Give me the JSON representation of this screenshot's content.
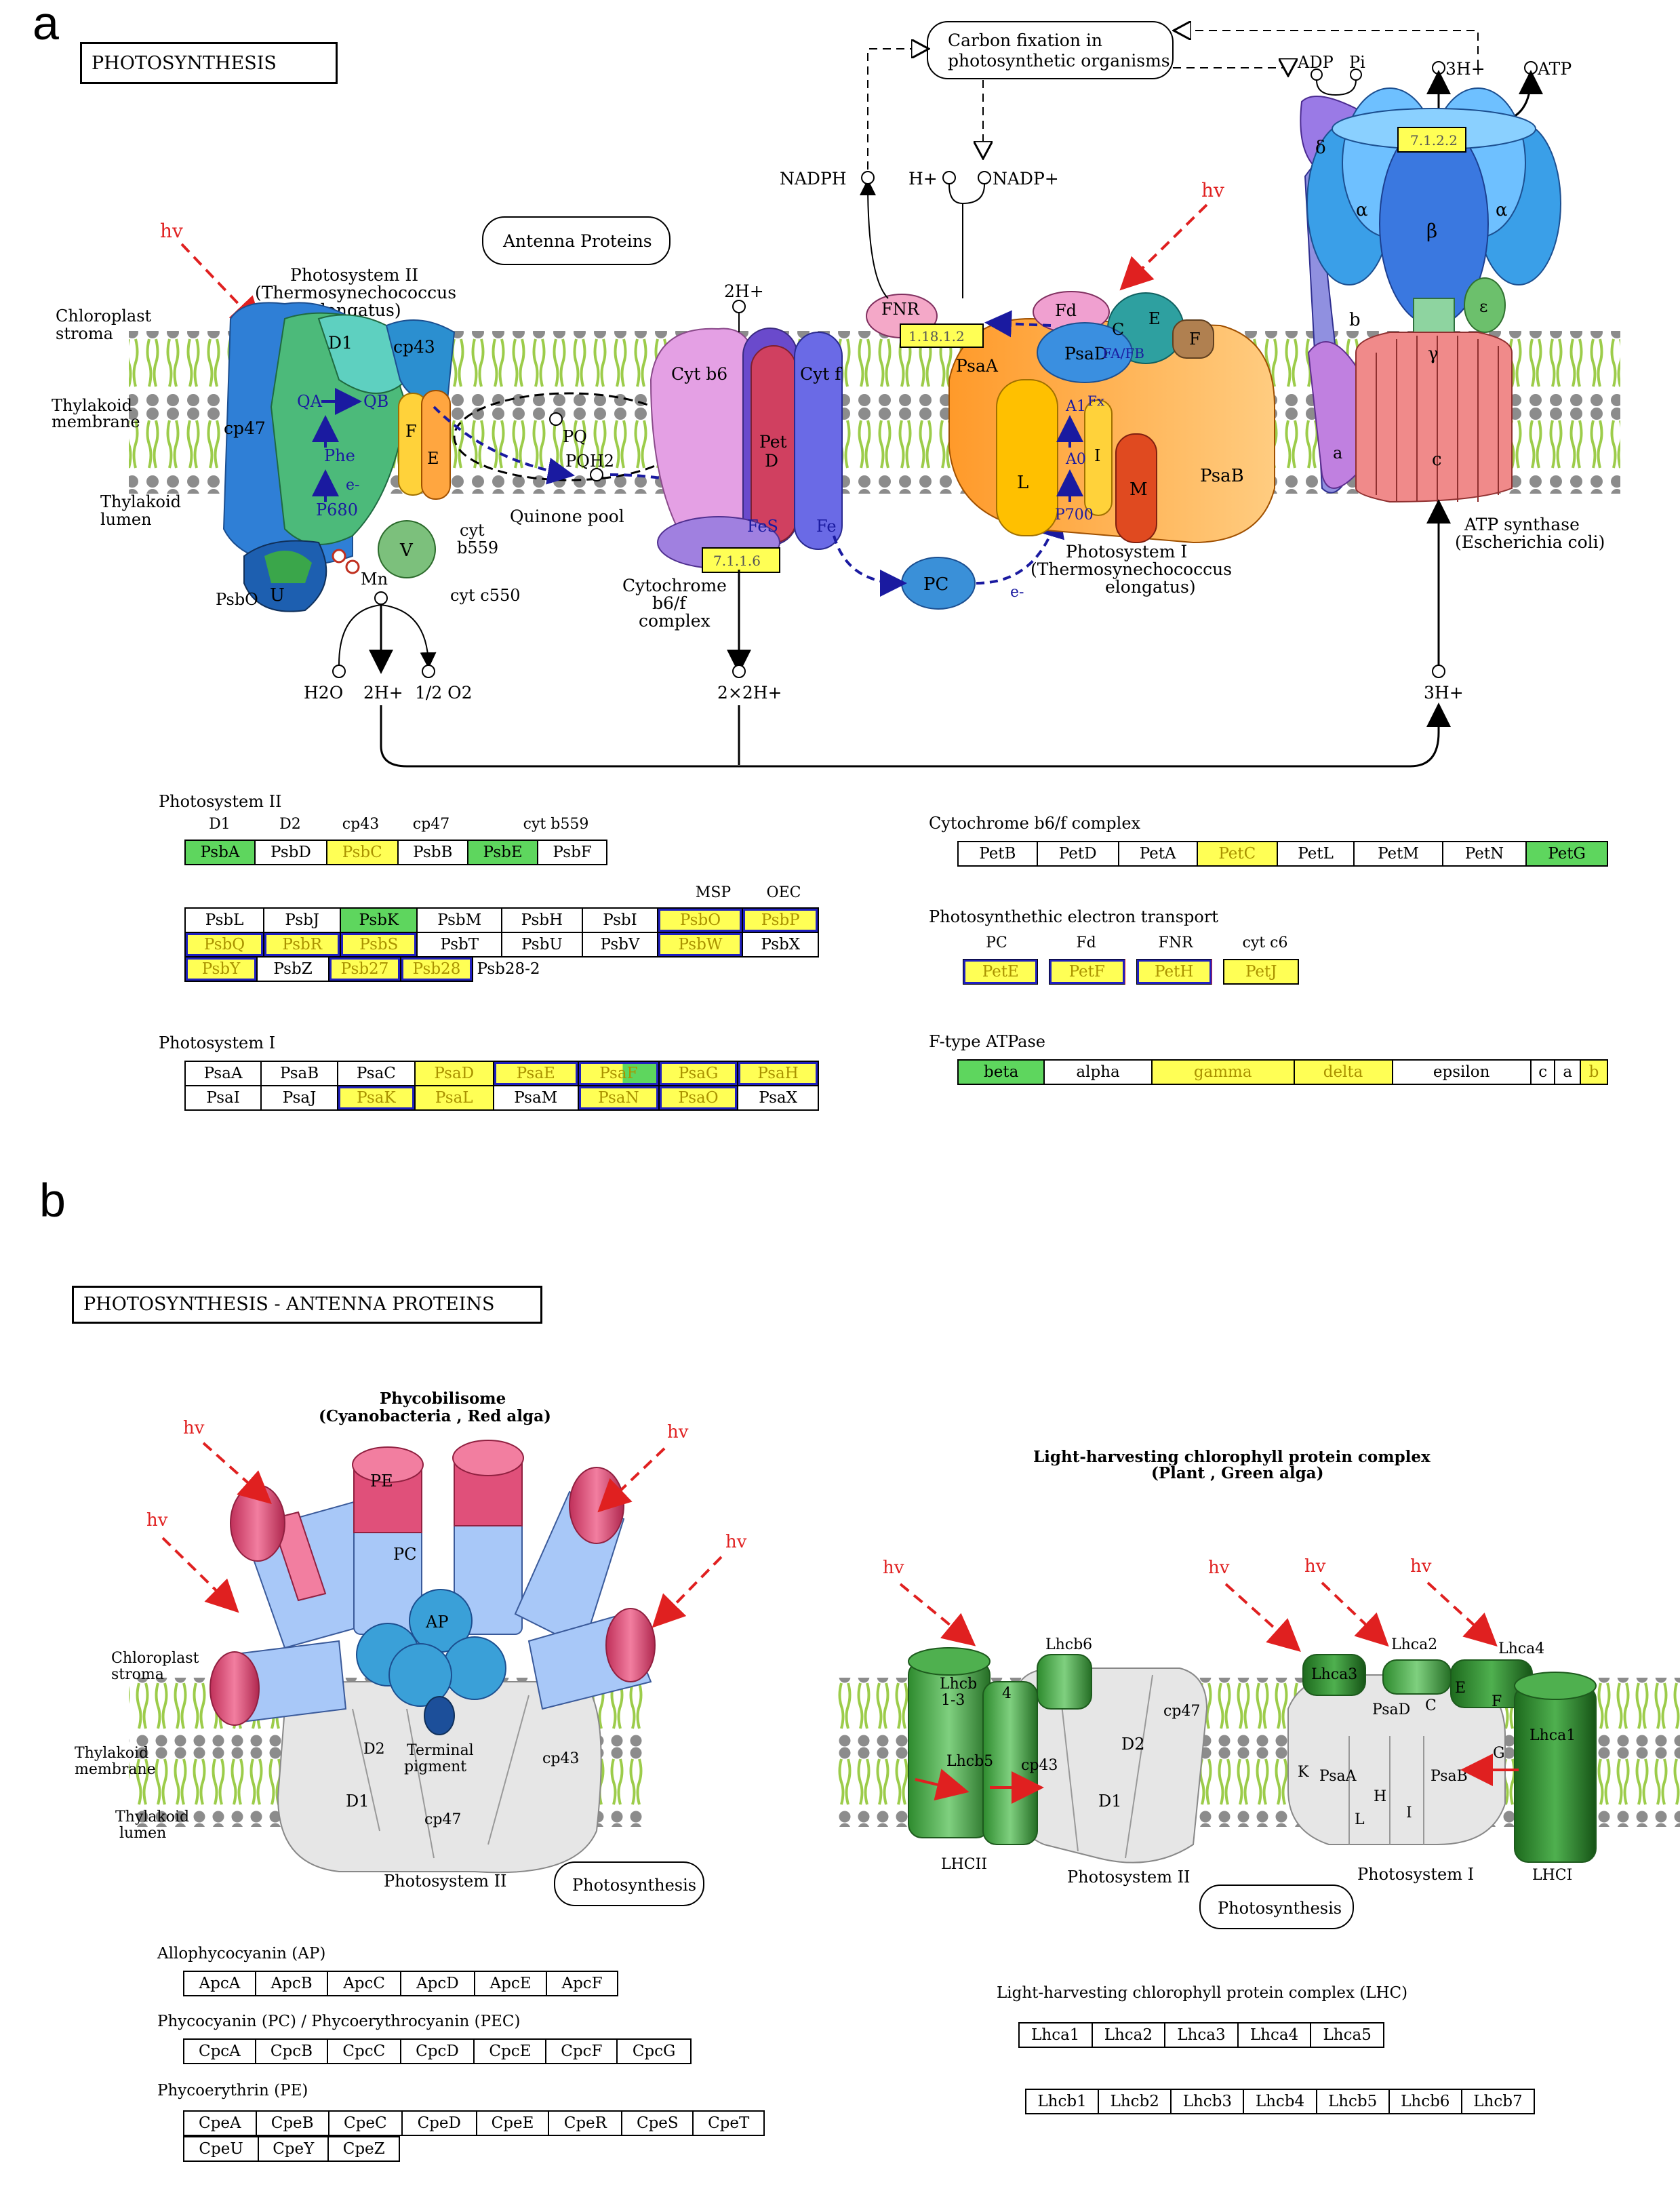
{
  "panels": {
    "a": "a",
    "b": "b"
  },
  "a": {
    "title": "PHOTOSYNTHESIS",
    "carbon_fixation": [
      "Carbon fixation in",
      "photosynthetic organisms"
    ],
    "antenna": "Antenna Proteins",
    "hv": "hv",
    "left_labels": {
      "stroma": [
        "Chloroplast",
        "stroma"
      ],
      "membrane": [
        "Thylakoid",
        "membrane"
      ],
      "lumen": [
        "Thylakoid",
        "lumen"
      ]
    },
    "psii": {
      "title": [
        "Photosystem II",
        "(Thermosynechococcus",
        "elongatus)"
      ],
      "cp47": "cp47",
      "d1": "D1",
      "cp43": "cp43",
      "qa": "QA",
      "qb": "QB",
      "phe": "Phe",
      "e": "e-",
      "p680": "P680",
      "f": "F",
      "e_sub": "E",
      "cyt": [
        "cyt",
        "b559"
      ],
      "v": "V",
      "cytc550": "cyt c550",
      "u": "U",
      "psbo": "PsbO",
      "mn": "Mn",
      "h2o": "H2O",
      "h2": "2H+",
      "o2": "1/2 O2"
    },
    "quinone": {
      "pq": "PQ",
      "pqh2": "PQH2",
      "pool": "Quinone pool"
    },
    "cytb6f": {
      "cytb6": "Cyt b6",
      "pet": [
        "Pet",
        "D"
      ],
      "cytf": "Cyt f",
      "fes": "FeS",
      "fe": "Fe",
      "ec": "7.1.1.6",
      "title": [
        "Cytochrome",
        "b6/f",
        "complex"
      ],
      "h_top": "2H+",
      "h_bot": "2×2H+"
    },
    "pc": "PC",
    "pc_e": "e-",
    "psi": {
      "fnr": "FNR",
      "ec_fnr": "1.18.1.2",
      "fd": "Fd",
      "psad": "PsaD",
      "c": "C",
      "e": "E",
      "f": "F",
      "fafb": "FA/FB",
      "fx": "Fx",
      "psaa": "PsaA",
      "a1": "A1",
      "a0": "A0",
      "p700": "P700",
      "l": "L",
      "i": "I",
      "m": "M",
      "psab": "PsaB",
      "title": [
        "Photosystem I",
        "(Thermosynechococcus",
        "elongatus)"
      ]
    },
    "nadp": {
      "nadph": "NADPH",
      "hplus": "H+",
      "nadp": "NADP+"
    },
    "atp": {
      "adp": "ADP",
      "pi": "Pi",
      "h3": "3H+",
      "atp": "ATP",
      "ec": "7.1.2.2",
      "delta": "δ",
      "alpha1": "α",
      "beta": "β",
      "alpha2": "α",
      "b": "b",
      "epsilon": "ε",
      "gamma": "γ",
      "a": "a",
      "c": "c",
      "title": [
        "ATP synthase",
        "(Escherichia coli)"
      ],
      "h3_bot": "3H+"
    },
    "tables": {
      "psii_label": "Photosystem II",
      "psii_headers": [
        "D1",
        "D2",
        "cp43",
        "cp47",
        "cyt b559"
      ],
      "psii_row1": [
        "PsbA",
        "PsbD",
        "PsbC",
        "PsbB",
        "PsbE",
        "PsbF"
      ],
      "psii_headers2": [
        "MSP",
        "OEC"
      ],
      "psii_row2": [
        "PsbL",
        "PsbJ",
        "PsbK",
        "PsbM",
        "PsbH",
        "PsbI",
        "PsbO",
        "PsbP"
      ],
      "psii_row3": [
        "PsbQ",
        "PsbR",
        "PsbS",
        "PsbT",
        "PsbU",
        "PsbV",
        "PsbW",
        "PsbX"
      ],
      "psii_row4": [
        "PsbY",
        "PsbZ",
        "Psb27",
        "Psb28",
        "Psb28-2"
      ],
      "psi_label": "Photosystem I",
      "psi_row1": [
        "PsaA",
        "PsaB",
        "PsaC",
        "PsaD",
        "PsaE",
        "PsaF",
        "PsaG",
        "PsaH"
      ],
      "psi_row2": [
        "PsaI",
        "PsaJ",
        "PsaK",
        "PsaL",
        "PsaM",
        "PsaN",
        "PsaO",
        "PsaX"
      ],
      "cyt_label": "Cytochrome b6/f complex",
      "cyt_row": [
        "PetB",
        "PetD",
        "PetA",
        "PetC",
        "PetL",
        "PetM",
        "PetN",
        "PetG"
      ],
      "pet_label": "Photosynthethic electron transport",
      "pet_headers": [
        "PC",
        "Fd",
        "FNR",
        "cyt c6"
      ],
      "pet_row": [
        "PetE",
        "PetF",
        "PetH",
        "PetJ"
      ],
      "atpase_label": "F-type ATPase",
      "atpase_row": [
        "beta",
        "alpha",
        "gamma",
        "delta",
        "epsilon",
        "c",
        "a",
        "b"
      ]
    }
  },
  "b": {
    "title": "PHOTOSYNTHESIS - ANTENNA PROTEINS",
    "hv": "hv",
    "phyco_title": [
      "Phycobilisome",
      "(Cyanobacteria , Red alga)"
    ],
    "lhc_title": [
      "Light-harvesting chlorophyll protein complex",
      "(Plant , Green alga)"
    ],
    "left_labels": {
      "stroma": [
        "Chloroplast",
        "stroma"
      ],
      "membrane": [
        "Thylakoid",
        "membrane"
      ],
      "lumen": [
        "Thylakoid",
        "lumen"
      ]
    },
    "phyco": {
      "pe": "PE",
      "pc": "PC",
      "ap": "AP",
      "terminal": [
        "Terminal",
        "pigment"
      ],
      "d2": "D2",
      "cp43": "cp43",
      "d1": "D1",
      "cp47": "cp47",
      "psii": "Photosystem II",
      "photosynthesis": "Photosynthesis"
    },
    "lhc": {
      "lhcb13": [
        "Lhcb",
        "1-3"
      ],
      "four": "4",
      "lhcb6": "Lhcb6",
      "lhcb5": "Lhcb5",
      "cp43": "cp43",
      "cp47": "cp47",
      "d2": "D2",
      "d1": "D1",
      "lhcii": "LHCII",
      "psii": "Photosystem II",
      "lhca3": "Lhca3",
      "lhca2": "Lhca2",
      "lhca4": "Lhca4",
      "lhca1": "Lhca1",
      "psad": "PsaD",
      "c": "C",
      "e": "E",
      "f": "F",
      "k": "K",
      "psaa": "PsaA",
      "h": "H",
      "psab": "PsaB",
      "g": "G",
      "l": "L",
      "i": "I",
      "psi": "Photosystem I",
      "lhci": "LHCI",
      "photosynthesis": "Photosynthesis"
    },
    "tables": {
      "ap_label": "Allophycocyanin (AP)",
      "ap_row": [
        "ApcA",
        "ApcB",
        "ApcC",
        "ApcD",
        "ApcE",
        "ApcF"
      ],
      "pc_label": "Phycocyanin (PC) / Phycoerythrocyanin (PEC)",
      "pc_row": [
        "CpcA",
        "CpcB",
        "CpcC",
        "CpcD",
        "CpcE",
        "CpcF",
        "CpcG"
      ],
      "pe_label": "Phycoerythrin (PE)",
      "pe_row1": [
        "CpeA",
        "CpeB",
        "CpeC",
        "CpeD",
        "CpeE",
        "CpeR",
        "CpeS",
        "CpeT"
      ],
      "pe_row2": [
        "CpeU",
        "CpeY",
        "CpeZ"
      ],
      "lhc_label": "Light-harvesting chlorophyll protein complex (LHC)",
      "lhca_row": [
        "Lhca1",
        "Lhca2",
        "Lhca3",
        "Lhca4",
        "Lhca5"
      ],
      "lhcb_row": [
        "Lhcb1",
        "Lhcb2",
        "Lhcb3",
        "Lhcb4",
        "Lhcb5",
        "Lhcb6",
        "Lhcb7"
      ]
    }
  },
  "colors": {
    "highlight_green": "#5ed65e",
    "highlight_yellow": "#ffff55",
    "border_blue": "#2020c0",
    "border_red": "#e02020",
    "membrane_green": "#9ccc4a",
    "light_arrow": "#e02020"
  }
}
